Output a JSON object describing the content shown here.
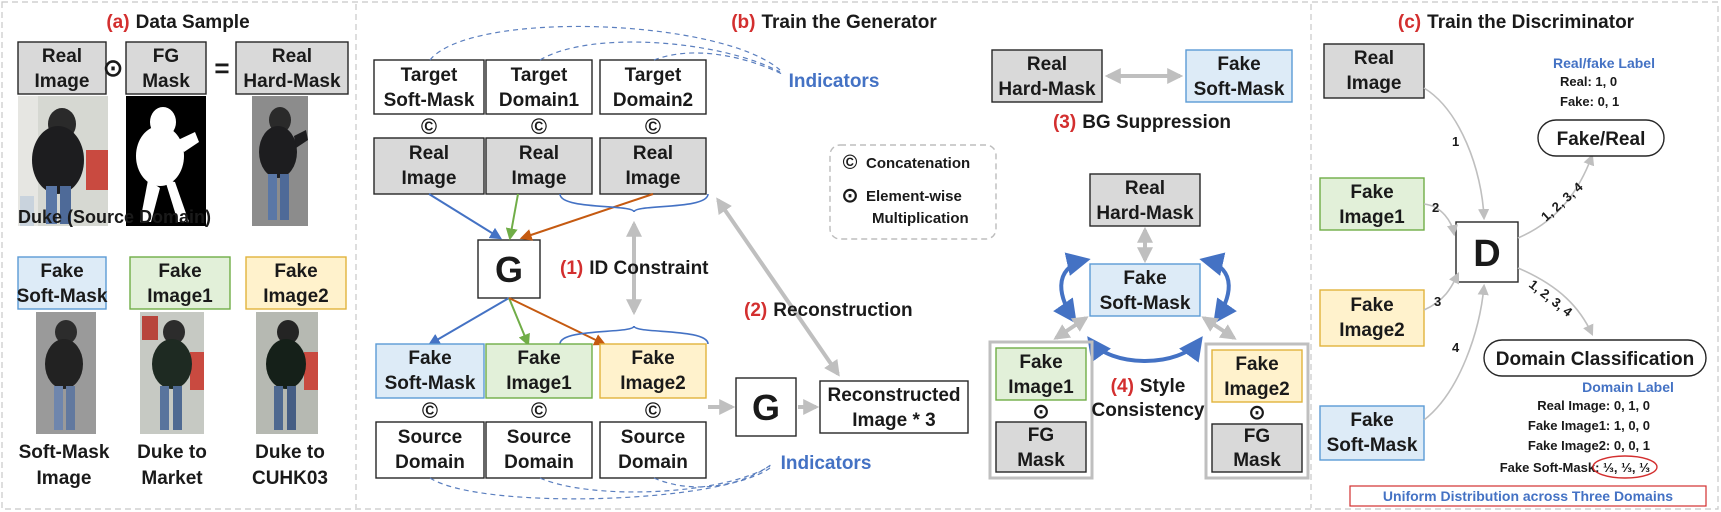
{
  "panels": {
    "a": {
      "letter": "(a)",
      "title": "Data Sample"
    },
    "b": {
      "letter": "(b)",
      "title": "Train the Generator"
    },
    "c": {
      "letter": "(c)",
      "title": "Train the Discriminator"
    }
  },
  "panel_a": {
    "real_image": [
      "Real",
      "Image"
    ],
    "fg_mask": [
      "FG",
      "Mask"
    ],
    "real_hard_mask": [
      "Real",
      "Hard-Mask"
    ],
    "odot": "⊙",
    "equals": "=",
    "duke_caption": "Duke (Source Domain)",
    "fake_soft_mask": [
      "Fake",
      "Soft-Mask"
    ],
    "fake_image1": [
      "Fake",
      "Image1"
    ],
    "fake_image2": [
      "Fake",
      "Image2"
    ],
    "caption_soft": [
      "Soft-Mask",
      "Image"
    ],
    "caption_market": [
      "Duke to",
      "Market"
    ],
    "caption_cuhk": [
      "Duke to",
      "CUHK03"
    ]
  },
  "panel_b": {
    "target_soft_mask": [
      "Target",
      "Soft-Mask"
    ],
    "target_domain1": [
      "Target",
      "Domain1"
    ],
    "target_domain2": [
      "Target",
      "Domain2"
    ],
    "concat_symbol": "©",
    "real_image": [
      "Real",
      "Image"
    ],
    "indicators": "Indicators",
    "legend_concat": "Concatenation",
    "legend_elem": [
      "Element-wise",
      "Multiplication"
    ],
    "odot": "⊙",
    "generator": "G",
    "id_num": "(1)",
    "id_text": "ID Constraint",
    "rec_num": "(2)",
    "rec_text": "Reconstruction",
    "fake_soft_mask": [
      "Fake",
      "Soft-Mask"
    ],
    "fake_image1": [
      "Fake",
      "Image1"
    ],
    "fake_image2": [
      "Fake",
      "Image2"
    ],
    "source_domain": [
      "Source",
      "Domain"
    ],
    "reconstructed": [
      "Reconstructed",
      "Image * 3"
    ],
    "real_hard_mask": [
      "Real",
      "Hard-Mask"
    ],
    "fake_soft_mask_top": [
      "Fake",
      "Soft-Mask"
    ],
    "bg_num": "(3)",
    "bg_text": "BG Suppression",
    "center_real_hard": [
      "Real",
      "Hard-Mask"
    ],
    "center_fake_soft": [
      "Fake",
      "Soft-Mask"
    ],
    "style_num": "(4)",
    "style_text": [
      "Style",
      "Consistency"
    ],
    "fg_mask": [
      "FG",
      "Mask"
    ]
  },
  "panel_c": {
    "real_image": [
      "Real",
      "Image"
    ],
    "fake_image1": [
      "Fake",
      "Image1"
    ],
    "fake_image2": [
      "Fake",
      "Image2"
    ],
    "fake_soft_mask": [
      "Fake",
      "Soft-Mask"
    ],
    "discriminator": "D",
    "edge_labels": [
      "1",
      "2",
      "3",
      "4"
    ],
    "out_labels": [
      "1, 2, 3, 4",
      "1, 2, 3, 4"
    ],
    "rf_label_title": "Real/fake Label",
    "rf_real": "Real: 1, 0",
    "rf_fake": "Fake: 0, 1",
    "fake_real": "Fake/Real",
    "domain_classification": "Domain Classification",
    "domain_label_title": "Domain Label",
    "dl_real": "Real Image: 0, 1, 0",
    "dl_fake1": "Fake Image1: 1, 0, 0",
    "dl_fake2": "Fake Image2: 0, 0, 1",
    "dl_soft": "Fake Soft-Mask: ⅓, ⅓, ⅓",
    "uniform": "Uniform Distribution across Three Domains"
  },
  "colors": {
    "accent_red": "#d32f2f",
    "accent_blue": "#4472c4",
    "arrow_blue": "#4472c4",
    "arrow_green": "#70ad47",
    "arrow_orange": "#c55a11",
    "gray_arrow": "#bfbfbf"
  }
}
